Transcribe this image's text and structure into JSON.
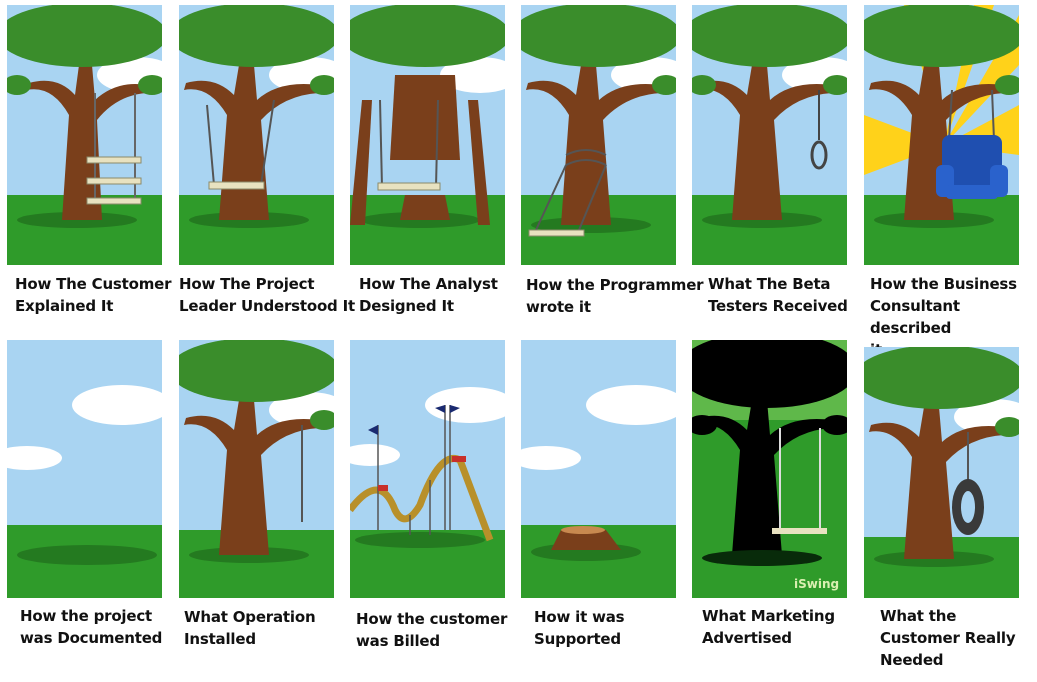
{
  "panels": [
    {
      "caption": "How The Customer\nExplained It",
      "icon": "swing-three-seats"
    },
    {
      "caption": "How The Project\nLeader Understood It",
      "icon": "swing-tied-to-trunk"
    },
    {
      "caption": "How The Analyst\nDesigned It",
      "icon": "swing-cut-trunk"
    },
    {
      "caption": "How the Programmer\nwrote it",
      "icon": "swing-on-ground"
    },
    {
      "caption": "What The Beta\nTesters Received",
      "icon": "noose"
    },
    {
      "caption": "How the Business\nConsultant described\nit",
      "icon": "armchair-swing"
    },
    {
      "caption": "How the project\nwas Documented",
      "icon": "empty-landscape"
    },
    {
      "caption": "What Operation\nInstalled",
      "icon": "single-rope"
    },
    {
      "caption": "How the customer\nwas Billed",
      "icon": "roller-coaster"
    },
    {
      "caption": "How it was\nSupported",
      "icon": "tree-stump"
    },
    {
      "caption": "What Marketing\nAdvertised",
      "icon": "silhouette-swing"
    },
    {
      "caption": "What the\nCustomer Really\nNeeded",
      "icon": "tire-swing"
    }
  ],
  "brand": {
    "logo_text": "iSwing"
  },
  "colors": {
    "sky": "#a9d4f2",
    "grass": "#2f9b2a",
    "trunk": "#7a3f1b",
    "leaves": "#3a8d2b",
    "cloud": "#ffffff",
    "sun": "#ffd21a",
    "seat": "#e8e2c0"
  }
}
